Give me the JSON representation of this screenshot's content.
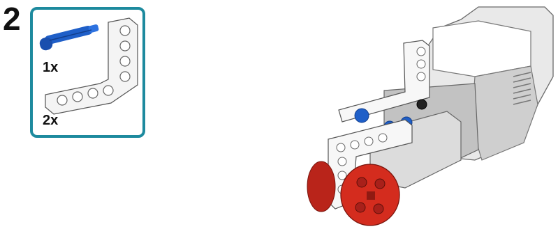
{
  "step": {
    "number": "2"
  },
  "parts": [
    {
      "name": "blue-axle-pin",
      "quantity": "1x"
    },
    {
      "name": "white-l-beam",
      "quantity": "2x"
    }
  ],
  "colors": {
    "panel_border": "#1d8a9e",
    "blue_pin": "#1f5fc8",
    "beam": "#f4f4f4",
    "wheel": "#d42c1e",
    "sensor_body": "#cfcfcf"
  }
}
